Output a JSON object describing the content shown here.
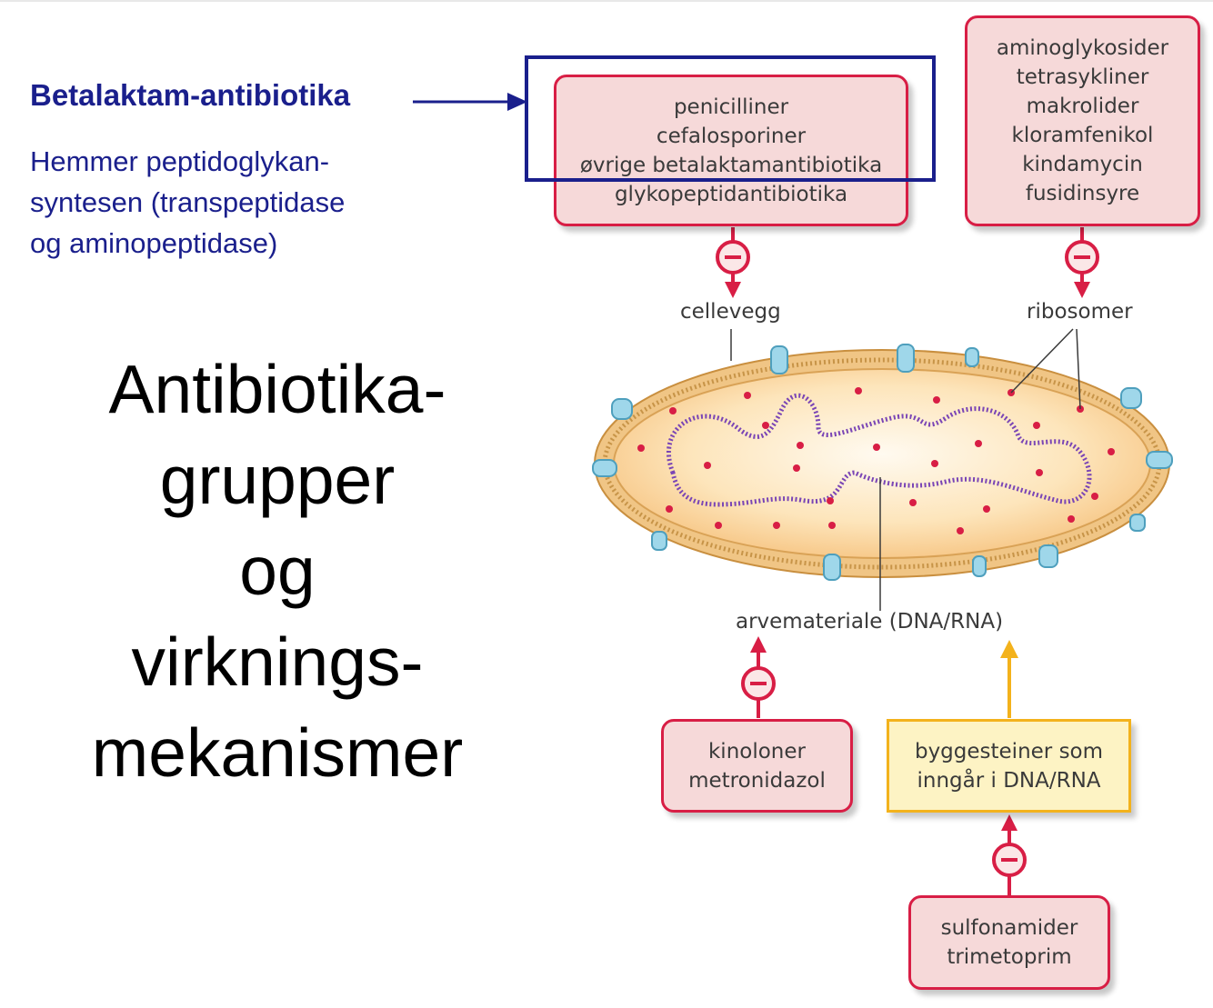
{
  "left_panel": {
    "beta_title": "Betalaktam-antibiotika",
    "beta_desc": [
      "Hemmer peptidoglykan-",
      "syntesen (transpeptidase",
      "og aminopeptidase)"
    ],
    "main_title": [
      "Antibiotika-",
      "grupper",
      "og",
      "virknings-",
      "mekanismer"
    ]
  },
  "boxes": {
    "cell_wall_inhibitors": [
      "penicilliner",
      "cefalosporiner",
      "øvrige betalaktamantibiotika",
      "glykopeptidantibiotika"
    ],
    "ribosome_inhibitors": [
      "aminoglykosider",
      "tetrasykliner",
      "makrolider",
      "kloramfenikol",
      "kindamycin",
      "fusidinsyre"
    ],
    "dna_inhibitors": [
      "kinoloner",
      "metronidazol"
    ],
    "building_blocks": [
      "byggesteiner som",
      "inngår i DNA/RNA"
    ],
    "synthesis_inhibitors": [
      "sulfonamider",
      "trimetoprim"
    ]
  },
  "labels": {
    "cell_wall": "cellevegg",
    "ribosomes": "ribosomer",
    "genetic_material": "arvemateriale (DNA/RNA)"
  },
  "colors": {
    "title_blue": "#1a1f8c",
    "inhibit_red": "#d81e45",
    "box_pink": "#f6d9d9",
    "box_yellow": "#fdf3c4",
    "arrow_yellow": "#f3b21c",
    "dna_purple": "#7a45b5",
    "porin_blue": "#9fd7ea"
  }
}
